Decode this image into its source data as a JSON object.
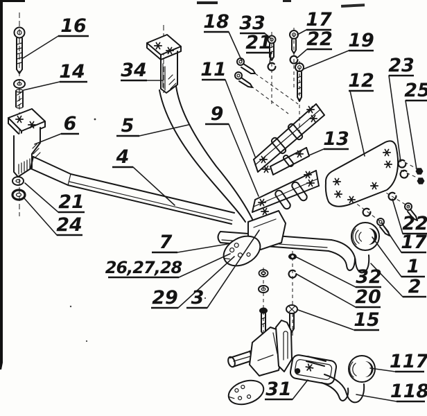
{
  "diagram": {
    "kind": "exploded-parts-drawing",
    "subject": "tow-hitch assembly technical drawing",
    "ink_color": "#161616",
    "paper_color": "#fdfdfb",
    "callouts": {
      "p16": "16",
      "p14": "14",
      "p6": "6",
      "p34": "34",
      "p5": "5",
      "p4": "4",
      "p21_left": "21",
      "p24": "24",
      "p18": "18",
      "p33": "33",
      "p21_center": "21",
      "p11": "11",
      "p9": "9",
      "p17_top": "17",
      "p22_top": "22",
      "p19": "19",
      "p12": "12",
      "p23": "23",
      "p25": "25",
      "p13": "13",
      "p7": "7",
      "p26_27_28": "26,27,28",
      "p29": "29",
      "p3": "3",
      "p22_right": "22",
      "p17_right": "17",
      "p1": "1",
      "p2": "2",
      "p32": "32",
      "p20": "20",
      "p15": "15",
      "p31": "31",
      "p117": "117",
      "p118": "118"
    }
  }
}
